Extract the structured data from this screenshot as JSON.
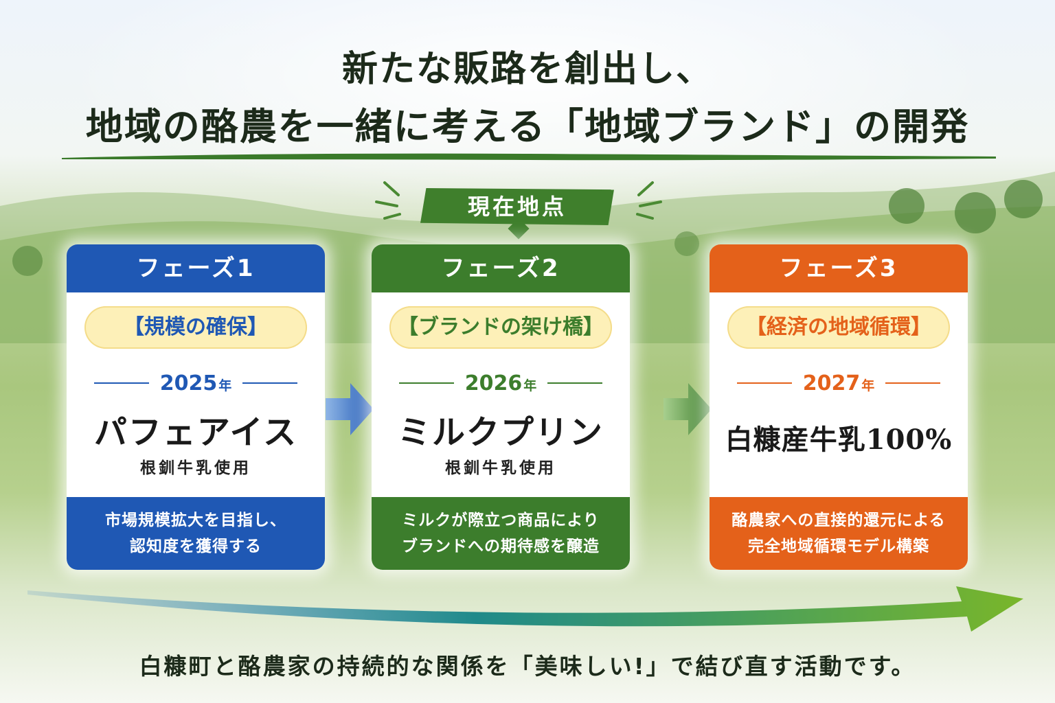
{
  "title": {
    "line1": "新たな販路を創出し、",
    "line2": "地域の酪農を一緒に考える「地域ブランド」の開発"
  },
  "current_marker": "現在地点",
  "phases": [
    {
      "header": "フェーズ1",
      "theme": "【規模の確保】",
      "year": "2025",
      "year_unit": "年",
      "product": "パフェアイス",
      "subtitle": "根釧牛乳使用",
      "desc_line1": "市場規模拡大を目指し、",
      "desc_line2": "認知度を獲得する",
      "color": "#1f58b4"
    },
    {
      "header": "フェーズ2",
      "theme": "【ブランドの架け橋】",
      "year": "2026",
      "year_unit": "年",
      "product": "ミルクプリン",
      "subtitle": "根釧牛乳使用",
      "desc_line1": "ミルクが際立つ商品により",
      "desc_line2": "ブランドへの期待感を醸造",
      "color": "#3c7d2c"
    },
    {
      "header": "フェーズ3",
      "theme": "【経済の地域循環】",
      "year": "2027",
      "year_unit": "年",
      "product": "白糠産牛乳100%",
      "subtitle": "",
      "desc_line1": "酪農家への直接的還元による",
      "desc_line2": "完全地域循環モデル構築",
      "color": "#e4611a"
    }
  ],
  "footer": "白糠町と酪農家の持続的な関係を「美味しい!」で結び直す活動です。",
  "icons": {
    "phase_arrow": "chevron-right-arrow-icon",
    "progress": "long-progress-arrow-icon"
  }
}
